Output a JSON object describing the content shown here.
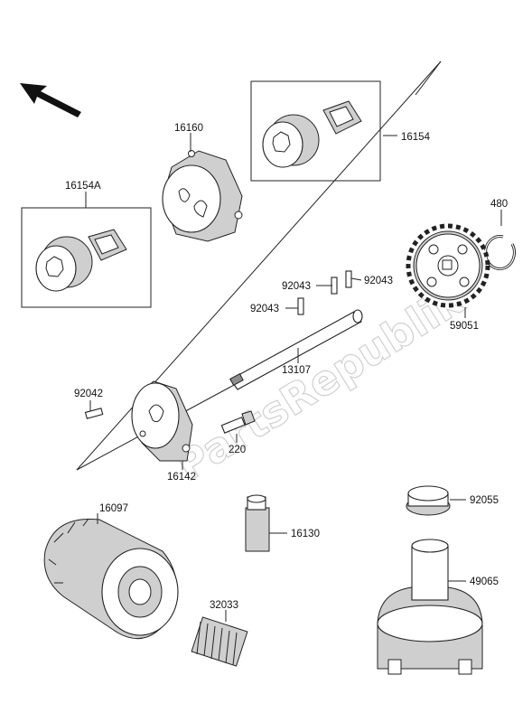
{
  "watermark": "PartsRepublik",
  "direction_arrow": "front-arrow",
  "parts": [
    {
      "id": "p16160",
      "label": "16160"
    },
    {
      "id": "p16154",
      "label": "16154"
    },
    {
      "id": "p16154A",
      "label": "16154A"
    },
    {
      "id": "p480",
      "label": "480"
    },
    {
      "id": "p92043a",
      "label": "92043"
    },
    {
      "id": "p92043b",
      "label": "92043"
    },
    {
      "id": "p92043c",
      "label": "92043"
    },
    {
      "id": "p59051",
      "label": "59051"
    },
    {
      "id": "p13107",
      "label": "13107"
    },
    {
      "id": "p92042",
      "label": "92042"
    },
    {
      "id": "p220",
      "label": "220"
    },
    {
      "id": "p16142",
      "label": "16142"
    },
    {
      "id": "p16097",
      "label": "16097"
    },
    {
      "id": "p92055",
      "label": "92055"
    },
    {
      "id": "p16130",
      "label": "16130"
    },
    {
      "id": "p49065",
      "label": "49065"
    },
    {
      "id": "p32033",
      "label": "32033"
    }
  ]
}
